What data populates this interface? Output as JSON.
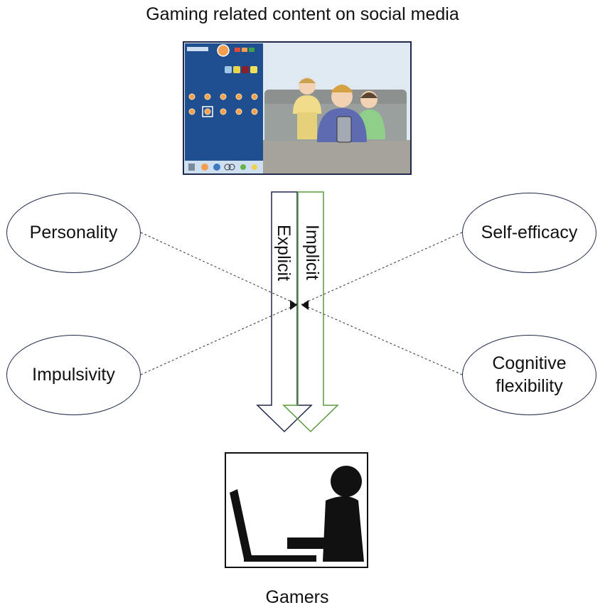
{
  "title": "Gaming related content on social media",
  "nodes": {
    "personality": "Personality",
    "impulsivity": "Impulsivity",
    "self_efficacy": "Self-efficacy",
    "cognitive_flexibility_line1": "Cognitive",
    "cognitive_flexibility_line2": "flexibility"
  },
  "arrows": {
    "explicit": "Explicit",
    "implicit": "Implicit"
  },
  "bottom_label": "Gamers",
  "colors": {
    "explicit_arrow": "#1f2a4a",
    "implicit_arrow": "#5a9a3c",
    "screen_blue": "#1f4f8f",
    "wall": "#dfe9f2",
    "floor": "#a6a39a"
  },
  "icons": [
    "social-media-screenshot-illustration",
    "gamer-at-computer-icon"
  ]
}
